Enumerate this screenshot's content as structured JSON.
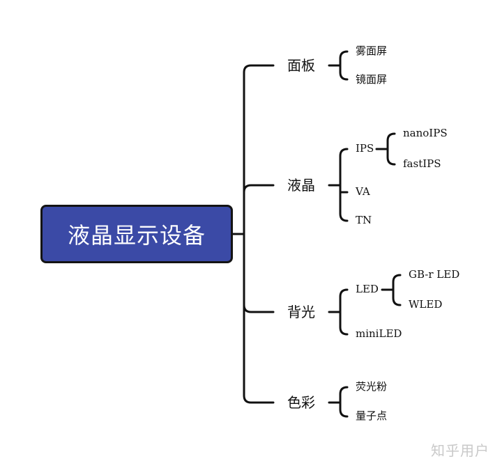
{
  "root": {
    "label": "液晶显示设备",
    "fill_color": "#3b4aa6"
  },
  "branches": [
    {
      "label": "面板",
      "children": [
        {
          "label": "雾面屏"
        },
        {
          "label": "镜面屏"
        }
      ]
    },
    {
      "label": "液晶",
      "children": [
        {
          "label": "IPS",
          "children": [
            {
              "label": "nanoIPS"
            },
            {
              "label": "fastIPS"
            }
          ]
        },
        {
          "label": "VA"
        },
        {
          "label": "TN"
        }
      ]
    },
    {
      "label": "背光",
      "children": [
        {
          "label": "LED",
          "children": [
            {
              "label": "GB-r LED"
            },
            {
              "label": "WLED"
            }
          ]
        },
        {
          "label": "miniLED"
        }
      ]
    },
    {
      "label": "色彩",
      "children": [
        {
          "label": "荧光粉"
        },
        {
          "label": "量子点"
        }
      ]
    }
  ],
  "watermark": "知乎用户"
}
